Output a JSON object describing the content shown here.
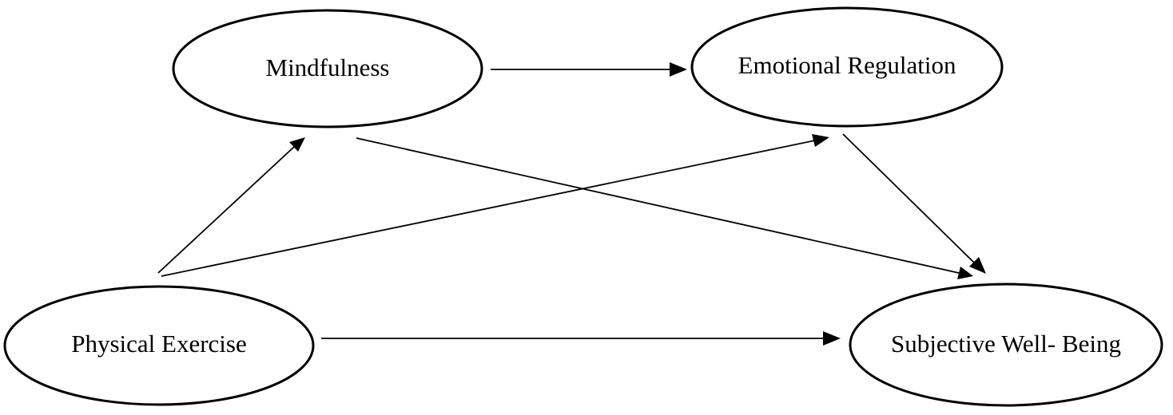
{
  "nodes": {
    "mindfulness": {
      "label": "Mindfulness"
    },
    "emotional_regulation": {
      "label": "Emotional Regulation"
    },
    "physical_exercise": {
      "label": "Physical Exercise"
    },
    "subjective_well_being": {
      "label": "Subjective Well- Being"
    }
  },
  "edges": [
    {
      "from": "mindfulness",
      "to": "emotional_regulation"
    },
    {
      "from": "physical_exercise",
      "to": "mindfulness"
    },
    {
      "from": "physical_exercise",
      "to": "emotional_regulation"
    },
    {
      "from": "mindfulness",
      "to": "subjective_well_being"
    },
    {
      "from": "emotional_regulation",
      "to": "subjective_well_being"
    },
    {
      "from": "physical_exercise",
      "to": "subjective_well_being"
    }
  ]
}
